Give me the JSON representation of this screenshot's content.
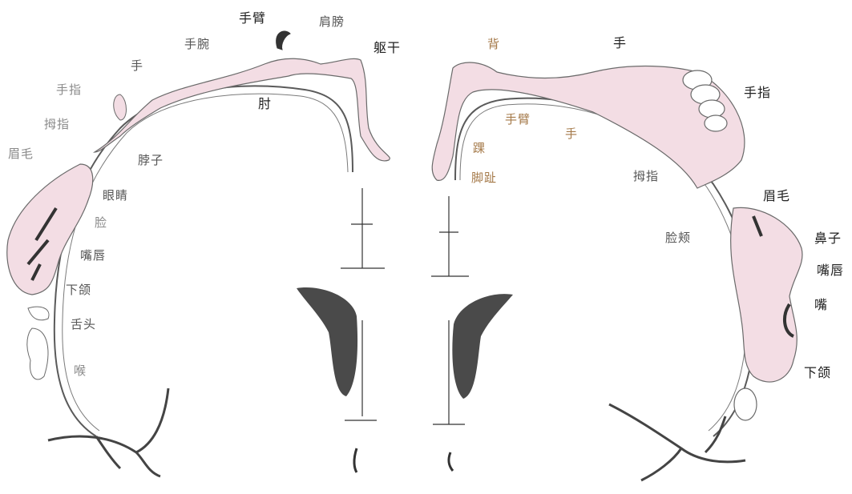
{
  "sensory": {
    "labels": {
      "arm": "手臂",
      "shoulder": "肩膀",
      "trunk": "躯干",
      "wrist": "手腕",
      "hand": "手",
      "fingers": "手指",
      "thumb": "拇指",
      "eyebrow": "眉毛",
      "elbow": "肘",
      "neck": "脖子",
      "eye": "眼睛",
      "face": "脸",
      "lips": "嘴唇",
      "jaw": "下颌",
      "tongue": "舌头",
      "throat": "喉"
    }
  },
  "motor": {
    "labels": {
      "back": "背",
      "hand_top": "手",
      "fingers": "手指",
      "arm": "手臂",
      "hand": "手",
      "ankle": "踝",
      "toes": "脚趾",
      "thumb": "拇指",
      "eyebrow": "眉毛",
      "cheek": "脸颊",
      "nose": "鼻子",
      "lips": "嘴唇",
      "mouth": "嘴",
      "jaw": "下颌"
    }
  },
  "colors": {
    "homunculus_fill": "#f3dde4",
    "outline": "#5a5a5a",
    "ventricle": "#4a4a4a"
  }
}
